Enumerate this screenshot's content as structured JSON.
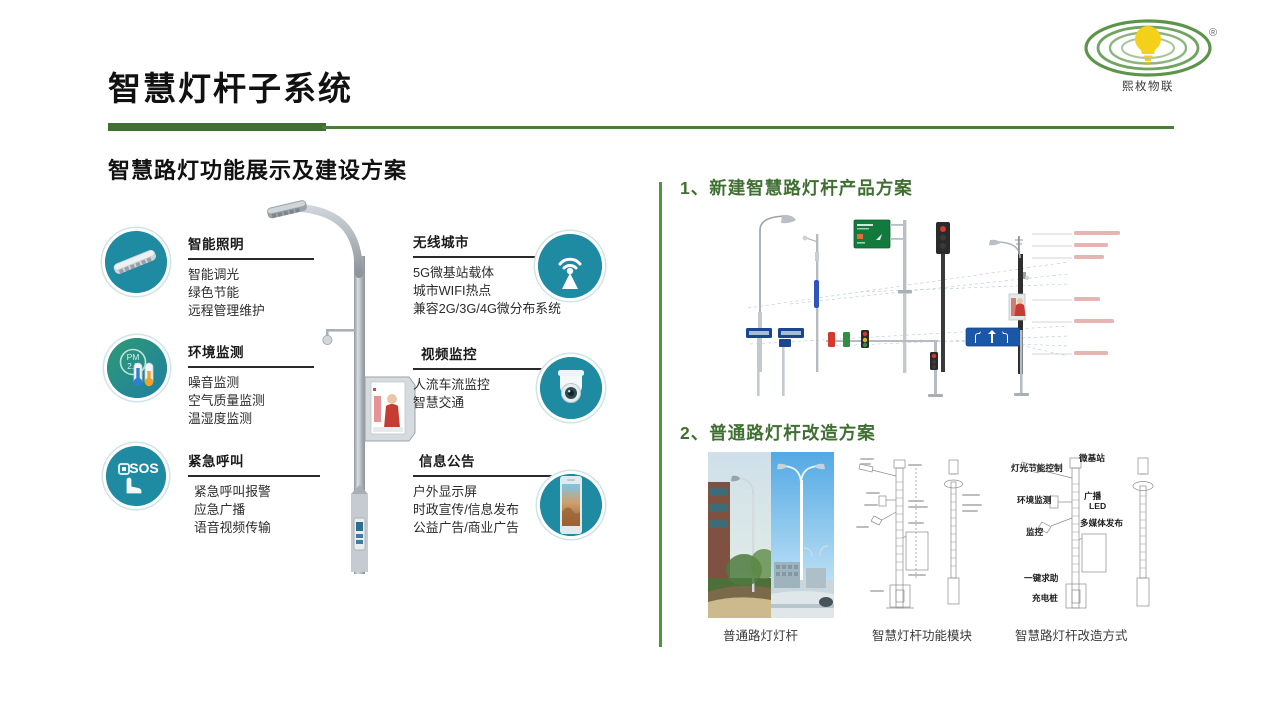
{
  "logo": {
    "text": "熙枚物联",
    "trademark": "®",
    "bulb_color": "#f3d11a",
    "arc_color": "#4e8c3a"
  },
  "header": {
    "title": "智慧灯杆子系统",
    "subtitle": "智慧路灯功能展示及建设方案",
    "rule_color": "#3f7032"
  },
  "features_left": [
    {
      "icon": "led-street-lamp-icon",
      "title": "智能照明",
      "items": [
        "智能调光",
        "绿色节能",
        "远程管理维护"
      ]
    },
    {
      "icon": "pm25-environment-icon",
      "title": "环境监测",
      "items": [
        "噪音监测",
        "空气质量监测",
        "温湿度监测"
      ]
    },
    {
      "icon": "sos-emergency-icon",
      "title": "紧急呼叫",
      "items": [
        "紧急呼叫报警",
        "应急广播",
        "语音视频传输"
      ]
    }
  ],
  "features_right": [
    {
      "icon": "wireless-signal-icon",
      "title": "无线城市",
      "items": [
        "5G微基站载体",
        "城市WIFI热点",
        "兼容2G/3G/4G微分布系统"
      ]
    },
    {
      "icon": "cctv-dome-camera-icon",
      "title": "视频监控",
      "items": [
        "人流车流监控",
        "智慧交通"
      ]
    },
    {
      "icon": "display-screen-icon",
      "title": "信息公告",
      "items": [
        "户外显示屏",
        "时政宣传/信息发布",
        "公益广告/商业广告"
      ]
    }
  ],
  "panels": [
    {
      "number": "1、",
      "title": "新建智慧路灯杆产品方案"
    },
    {
      "number": "2、",
      "title": "普通路灯杆改造方案"
    }
  ],
  "section2": {
    "captions": [
      "普通路灯灯杆",
      "智慧灯杆功能模块",
      "智慧路灯杆改造方式"
    ],
    "retrofit_labels": [
      "微基站",
      "灯光节能控制",
      "广播",
      "LED",
      "环境监测",
      "多媒体发布",
      "监控",
      "一键求助",
      "充电桩"
    ]
  },
  "colors": {
    "green_dark": "#3f7032",
    "green_light": "#4e9442",
    "teal": "#1e8ba2",
    "pole_gray": "#b3b8bd"
  }
}
